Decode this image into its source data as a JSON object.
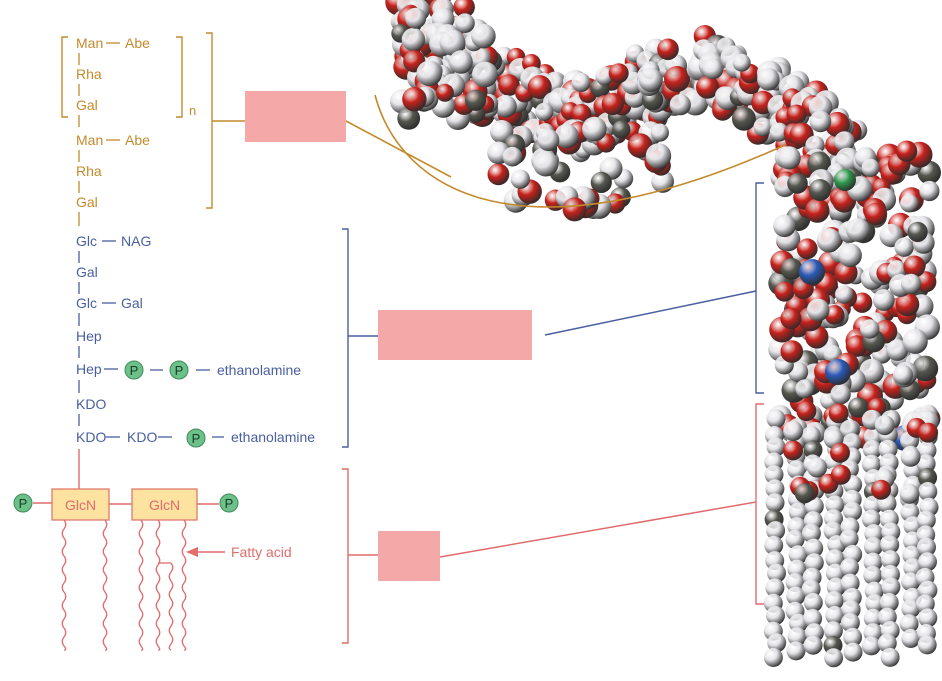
{
  "colors": {
    "o_antigen": "#c48a2c",
    "core": "#4a5fa0",
    "lipid": "#e06c6c",
    "phosphate_fill": "#6cc08a",
    "phosphate_stroke": "#3f8d5a",
    "glcn_fill": "#fde2a0",
    "glcn_stroke": "#e07b6e",
    "label_box": "#f4a8a8",
    "atom_oxygen": "#c8211b",
    "atom_hydrogen": "#e4e4e8",
    "atom_carbon": "#55574f",
    "atom_nitrogen": "#2a5ab8",
    "atom_phosphorus": "#2f9a4d"
  },
  "o_antigen": {
    "repeat": [
      {
        "left": "Man",
        "right": "Abe"
      },
      {
        "left": "Rha"
      },
      {
        "left": "Gal"
      }
    ],
    "repeat_subscript": "n",
    "tail": [
      {
        "left": "Man",
        "right": "Abe"
      },
      {
        "left": "Rha"
      },
      {
        "left": "Gal"
      }
    ]
  },
  "core": {
    "rows": [
      {
        "left": "Glc",
        "right": "NAG"
      },
      {
        "left": "Gal"
      },
      {
        "left": "Glc",
        "right": "Gal"
      },
      {
        "left": "Hep"
      },
      {
        "left": "Hep",
        "p1": "P",
        "p2": "P",
        "end": "ethanolamine"
      },
      {
        "left": "KDO"
      },
      {
        "left": "KDO",
        "mid": "KDO",
        "p1": "P",
        "end": "ethanolamine"
      }
    ]
  },
  "lipid_a": {
    "phosphate": "P",
    "sugar1": "GlcN",
    "sugar2": "GlcN",
    "fatty_acid_label": "Fatty acid"
  }
}
